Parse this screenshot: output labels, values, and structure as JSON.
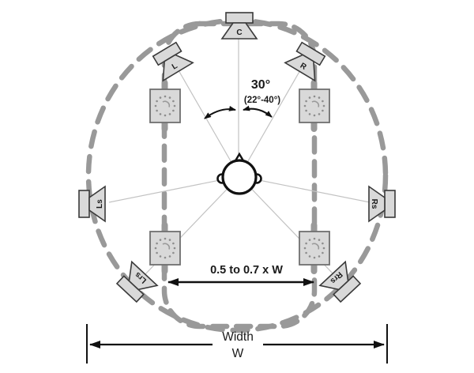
{
  "diagram": {
    "type": "surround-speaker-placement",
    "speakers": {
      "c": {
        "label": "C"
      },
      "l": {
        "label": "L"
      },
      "r": {
        "label": "R"
      },
      "ls": {
        "label": "Ls"
      },
      "rs": {
        "label": "Rs"
      },
      "lrs": {
        "label": "Lrs"
      },
      "rrs": {
        "label": "Rrs"
      }
    },
    "height_speaker_count": 4,
    "annotations": {
      "angle_main": "30°",
      "angle_range": "(22°-40°)",
      "inner_width": "0.5 to 0.7 x W",
      "width_label": "Width",
      "width_symbol": "W"
    },
    "colors": {
      "background": "#ffffff",
      "dash_gray": "#999999",
      "speaker_fill": "#d9d9d9",
      "speaker_stroke": "#3a3a3a",
      "sight_line": "#c2c2c2",
      "ink": "#111111"
    }
  }
}
